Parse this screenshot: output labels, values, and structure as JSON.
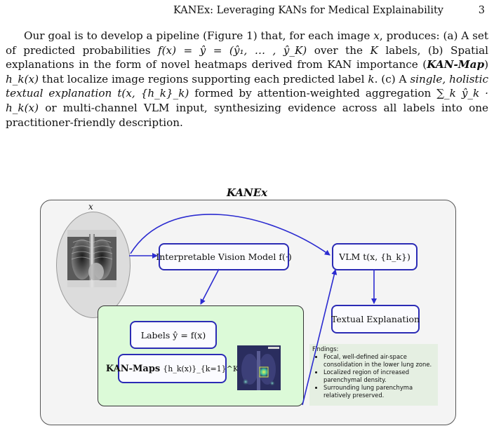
{
  "header": {
    "running_title": "KANEx: Leveraging KANs for Medical Explainability",
    "page_number": "3"
  },
  "paragraph": {
    "s1": "Our goal is to develop a pipeline (Figure 1) that, for each image ",
    "x": "x",
    "s2": ", produces: (a) A set of predicted probabilities ",
    "f_expr": "f(x) = ŷ = (ŷ₁, … , ŷ_K)",
    "s3": " over the ",
    "K": "K",
    "s4": " labels, (b) Spatial explanations in the form of novel heatmaps derived from KAN importance (",
    "kanmap": "KAN-Map",
    "s5": ") ",
    "hk": "h_k(x)",
    "s6": " that localize image regions supporting each predicted label ",
    "k": "k",
    "s7": ". (c) A ",
    "single_holistic": "single, holistic textual explanation",
    "s8": " ",
    "txh": "t(x, {h_k}_k)",
    "s9": " formed by attention-weighted aggregation ",
    "sum_expr": "∑_k ŷ_k · h_k(x)",
    "s10": " or multi-channel VLM input, synthesizing evidence across all labels into one practitioner-friendly description."
  },
  "figure": {
    "title": "KANEx",
    "input_label": "x",
    "vision_model": "Interpretable Vision Model f(·)",
    "vlm": "VLM t(x, {h_k})",
    "labels_box": "Labels ŷ = f(x)",
    "kanmaps_bold": "KAN-Maps",
    "kanmaps_expr": "{h_k(x)}_{k=1}^K",
    "textual_explanation": "Textual Explanation",
    "findings_title": "Findings:",
    "findings": [
      "Focal, well-defined air-space consolidation in the lower lung zone.",
      "Localized region of increased parenchymal density.",
      "Surrounding lung parenchyma relatively preserved."
    ],
    "colors": {
      "arrow": "#2b2bd0",
      "panel": "#dcfad8",
      "findings_bg": "#e5efe2"
    }
  }
}
